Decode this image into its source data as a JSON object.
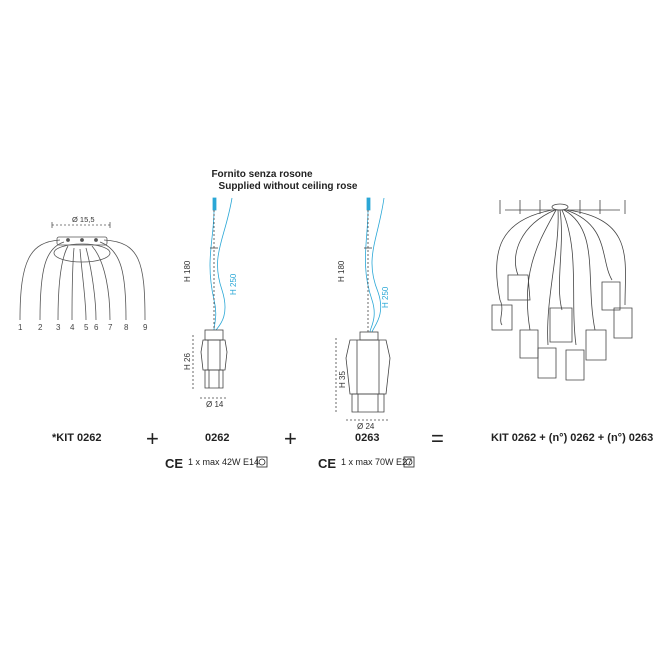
{
  "header": {
    "line1": "Fornito senza rosone",
    "line2": "Supplied without ceiling rose"
  },
  "rose": {
    "diameter_label": "Ø 15,5",
    "hole_numbers": [
      "1",
      "2",
      "3",
      "4",
      "5",
      "6",
      "7",
      "8",
      "9"
    ]
  },
  "pendant_small": {
    "cable_label": "H 180",
    "length_label": "H 250",
    "body_label": "H 26",
    "diameter_label": "Ø 14"
  },
  "pendant_large": {
    "cable_label": "H 180",
    "length_label": "H 250",
    "body_label": "H 35",
    "diameter_label": "Ø 24"
  },
  "formula": {
    "kit_code": "*KIT 0262",
    "plus1": "+",
    "code_small": "0262",
    "plus2": "+",
    "code_large": "0263",
    "equals": "=",
    "result": "KIT 0262 + (n°) 0262 + (n°) 0263"
  },
  "specs": {
    "ce_mark": "CE",
    "small": "1 x max 42W E14",
    "large": "1 x max 70W E27"
  },
  "colors": {
    "line": "#444444",
    "cable": "#2aa7d6",
    "dim_blue": "#2aa7d6"
  }
}
